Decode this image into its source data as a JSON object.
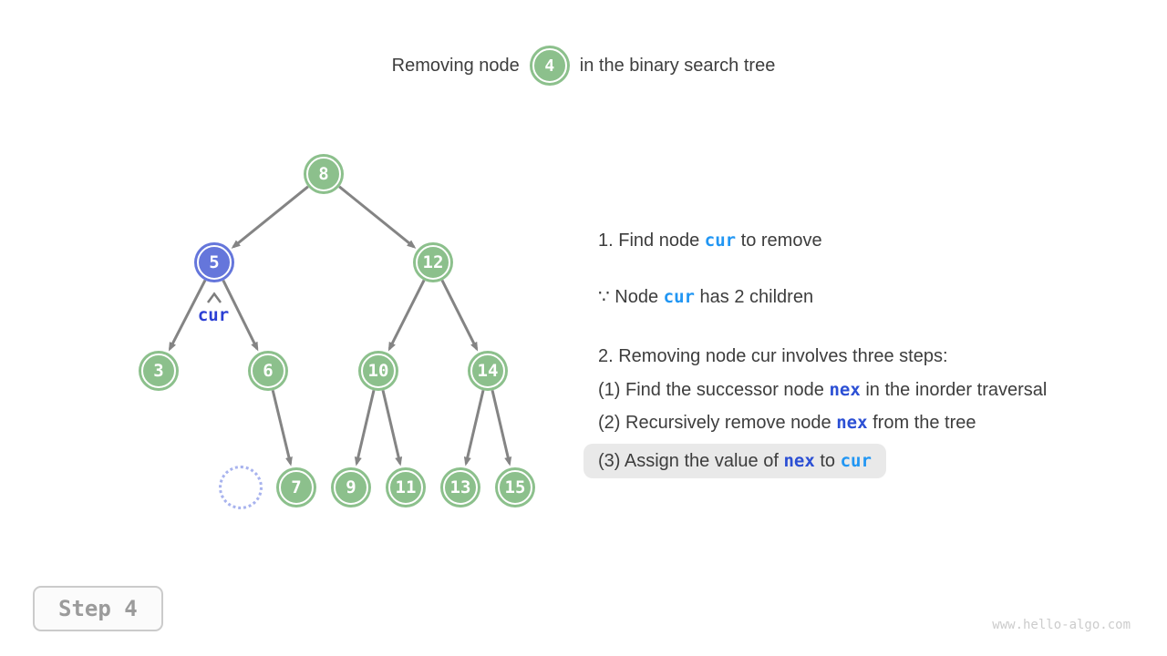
{
  "title": {
    "prefix": "Removing node",
    "node_value": "4",
    "suffix": "in the binary search tree"
  },
  "tree": {
    "nodes": [
      {
        "value": "8",
        "state": "normal"
      },
      {
        "value": "5",
        "state": "highlighted-cur"
      },
      {
        "value": "12",
        "state": "normal"
      },
      {
        "value": "3",
        "state": "normal"
      },
      {
        "value": "6",
        "state": "normal"
      },
      {
        "value": "10",
        "state": "normal"
      },
      {
        "value": "14",
        "state": "normal"
      },
      {
        "value": "7",
        "state": "normal"
      },
      {
        "value": "9",
        "state": "normal"
      },
      {
        "value": "11",
        "state": "normal"
      },
      {
        "value": "13",
        "state": "normal"
      },
      {
        "value": "15",
        "state": "normal"
      }
    ],
    "edges": [
      "8-5",
      "8-12",
      "5-3",
      "5-6",
      "12-10",
      "12-14",
      "6-7",
      "10-9",
      "10-11",
      "14-13",
      "14-15"
    ],
    "removed_node_placeholder": "empty slot where node 4 was removed",
    "cur_label": "cur"
  },
  "explanation": {
    "lines": [
      {
        "segments": [
          {
            "t": "1. Find node "
          },
          {
            "t": "cur",
            "c": "kwl"
          },
          {
            "t": " to remove"
          }
        ]
      },
      {
        "segments": [
          {
            "t": "∵ Node "
          },
          {
            "t": "cur",
            "c": "kwl"
          },
          {
            "t": " has 2 children"
          }
        ]
      },
      {
        "segments": [
          {
            "t": "2. Removing node cur involves three steps:"
          }
        ]
      },
      {
        "segments": [
          {
            "t": "(1) Find the successor node "
          },
          {
            "t": "nex",
            "c": "kwd"
          },
          {
            "t": " in the inorder traversal"
          }
        ]
      },
      {
        "segments": [
          {
            "t": "(2) Recursively remove node "
          },
          {
            "t": "nex",
            "c": "kwd"
          },
          {
            "t": " from the tree"
          }
        ]
      },
      {
        "segments": [
          {
            "t": "(3) Assign the value of "
          },
          {
            "t": "nex",
            "c": "kwd"
          },
          {
            "t": " to "
          },
          {
            "t": "cur",
            "c": "kwl"
          }
        ],
        "highlighted": true
      }
    ]
  },
  "step_badge": "Step 4",
  "watermark": "www.hello-algo.com",
  "colors": {
    "node_green": "#8cc08c",
    "node_blue": "#6576db",
    "edge_gray": "#848484",
    "keyword_light_blue": "#2196f3",
    "keyword_dark_blue": "#2b4fd4",
    "highlight_pill": "#e9e9e9",
    "text": "#3d3d3d"
  }
}
